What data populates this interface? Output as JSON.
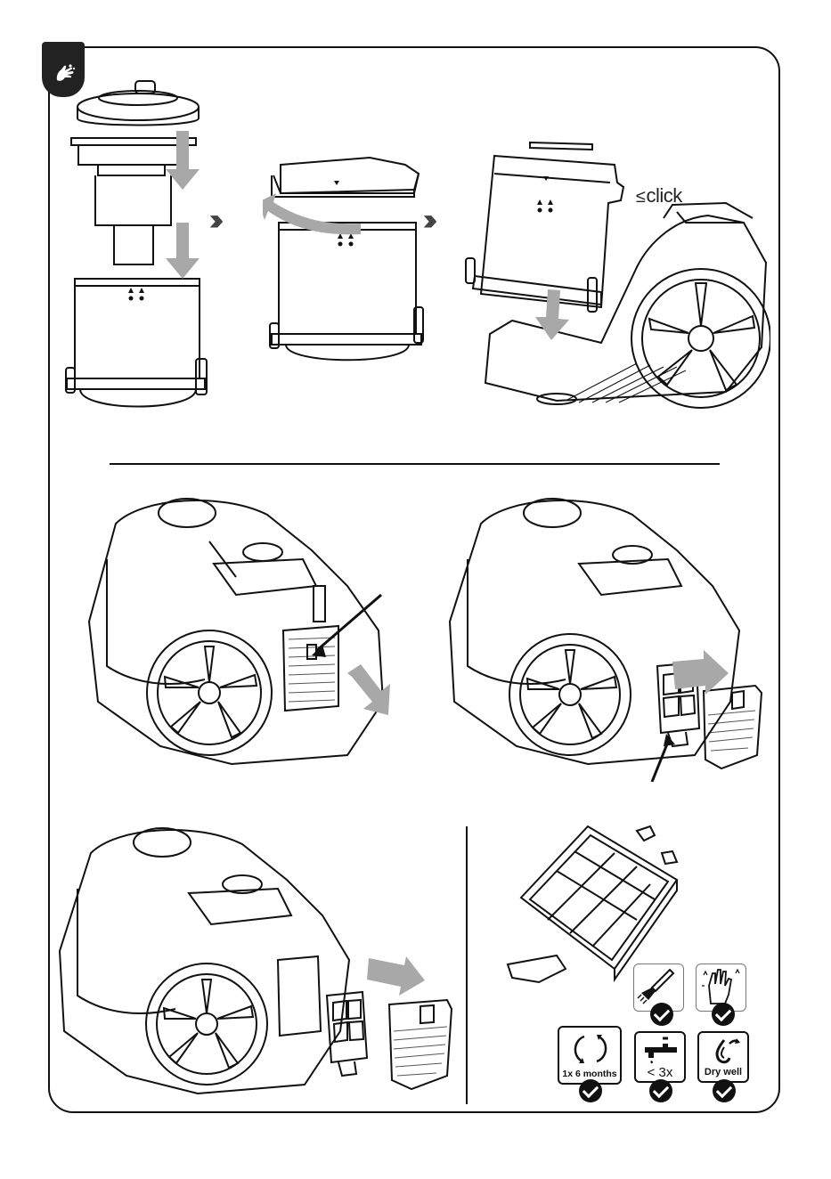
{
  "step_labels": {
    "click": "click"
  },
  "badges": {
    "frequency": "1x 6 months",
    "wash_limit": "< 3x",
    "dry": "Dry well"
  },
  "icons": {
    "tab": "hand-cleaning-icon",
    "brush": "brush-icon",
    "hands": "hand-wash-icon",
    "cycle": "rotate-cycle-icon",
    "tap": "water-tap-icon",
    "dry": "dry-icon",
    "check": "check-icon"
  },
  "colors": {
    "line": "#111111",
    "arrow": "#a8a8a8"
  }
}
